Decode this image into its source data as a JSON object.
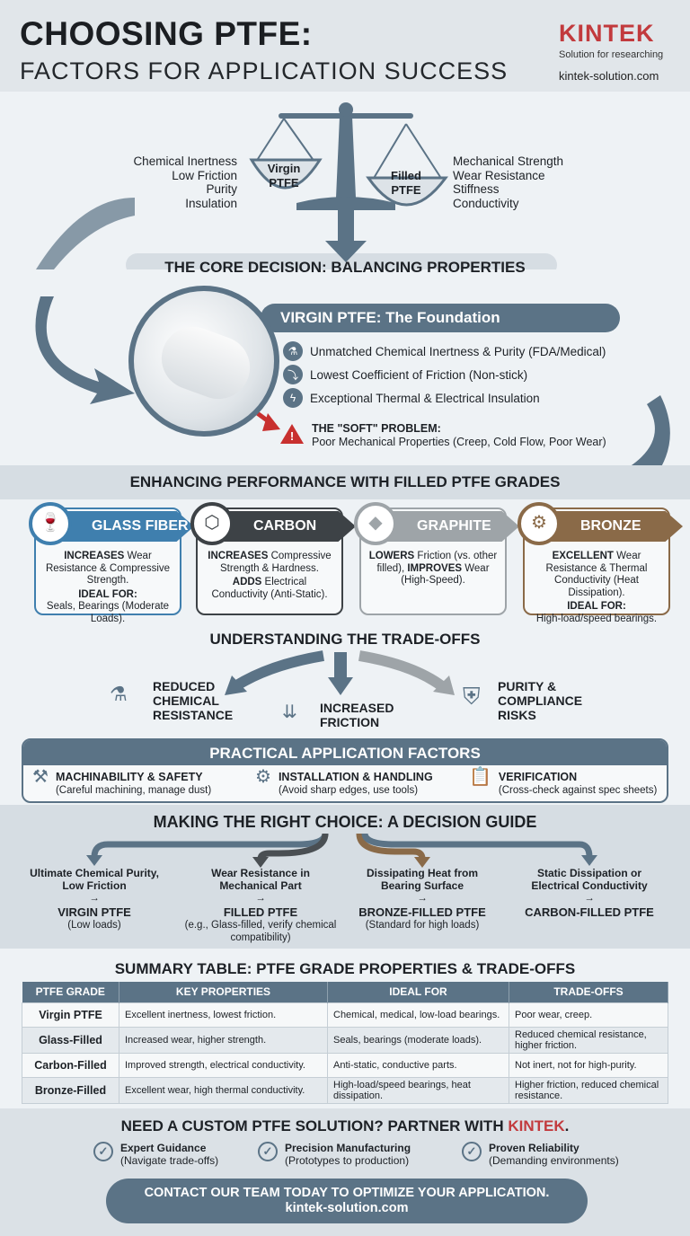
{
  "header": {
    "title": "CHOOSING PTFE:",
    "subtitle": "FACTORS FOR APPLICATION SUCCESS",
    "logo": "KINTEK",
    "logo_tagline": "Solution for researching",
    "website": "kintek-solution.com"
  },
  "scale": {
    "left_pan": "Virgin PTFE",
    "right_pan": "Filled PTFE",
    "left_props": [
      "Chemical Inertness",
      "Low Friction",
      "Purity",
      "Insulation"
    ],
    "right_props": [
      "Mechanical Strength",
      "Wear Resistance",
      "Stiffness",
      "Conductivity"
    ]
  },
  "core": {
    "title": "THE CORE DECISION: BALANCING PROPERTIES"
  },
  "virgin": {
    "title": "VIRGIN PTFE: The Foundation",
    "bullets": [
      {
        "icon": "flask-icon",
        "text": "Unmatched Chemical Inertness & Purity (FDA/Medical)"
      },
      {
        "icon": "slip-icon",
        "text": "Lowest Coefficient of Friction (Non-stick)"
      },
      {
        "icon": "lightning-icon",
        "text": "Exceptional Thermal & Electrical Insulation"
      }
    ],
    "warning_title": "THE \"SOFT\" PROBLEM:",
    "warning_text": "Poor Mechanical Properties (Creep, Cold Flow, Poor Wear)"
  },
  "filled": {
    "title": "ENHANCING PERFORMANCE WITH FILLED PTFE GRADES",
    "cards": [
      {
        "name": "GLASS FIBER",
        "color": "#3f7fae",
        "icon": "wine-glass-icon",
        "glyph": "🍷",
        "l1b": "INCREASES",
        "l1": " Wear Resistance & Compressive Strength.",
        "l2b": "IDEAL FOR:",
        "l2": "Seals, Bearings (Moderate Loads)."
      },
      {
        "name": "CARBON",
        "color": "#3d4246",
        "icon": "hexagon-lattice-icon",
        "glyph": "⬡",
        "l1b": "INCREASES",
        "l1": " Compressive Strength & Hardness.",
        "l2b": "ADDS",
        "l2": " Electrical Conductivity (Anti-Static)."
      },
      {
        "name": "GRAPHITE",
        "color": "#9ea4a8",
        "icon": "crystal-icon",
        "glyph": "◆",
        "l1b": "LOWERS",
        "l1": " Friction (vs. other filled), ",
        "l1c": "IMPROVES",
        "l1d": " Wear (High-Speed).",
        "l2b": "",
        "l2": ""
      },
      {
        "name": "BRONZE",
        "color": "#8a6a48",
        "icon": "gears-icon",
        "glyph": "⚙",
        "l1b": "EXCELLENT",
        "l1": " Wear Resistance & Thermal Conductivity (Heat Dissipation).",
        "l2b": "IDEAL FOR:",
        "l2": "High-load/speed bearings."
      }
    ]
  },
  "tradeoffs": {
    "title": "UNDERSTANDING THE TRADE-OFFS",
    "items": [
      {
        "icon": "chemical-pour-icon",
        "text": "REDUCED CHEMICAL RESISTANCE"
      },
      {
        "icon": "friction-icon",
        "text": "INCREASED FRICTION"
      },
      {
        "icon": "shield-icon",
        "text": "PURITY & COMPLIANCE RISKS"
      }
    ]
  },
  "practical": {
    "title": "PRACTICAL APPLICATION FACTORS",
    "items": [
      {
        "icon": "machining-icon",
        "title": "MACHINABILITY & SAFETY",
        "desc": "(Careful machining, manage dust)"
      },
      {
        "icon": "hand-gear-icon",
        "title": "INSTALLATION & HANDLING",
        "desc": "(Avoid sharp edges, use tools)"
      },
      {
        "icon": "clipboard-icon",
        "title": "VERIFICATION",
        "desc": "(Cross-check against spec sheets)"
      }
    ]
  },
  "guide": {
    "title": "MAKING THE RIGHT CHOICE: A DECISION GUIDE",
    "items": [
      {
        "need": "Ultimate Chemical Purity, Low Friction",
        "arrow": "→",
        "result": "VIRGIN PTFE",
        "note": "(Low loads)"
      },
      {
        "need": "Wear Resistance in Mechanical Part",
        "arrow": "→",
        "result": "FILLED PTFE",
        "note": "(e.g., Glass-filled, verify chemical compatibility)"
      },
      {
        "need": "Dissipating Heat from Bearing Surface",
        "arrow": "→",
        "result": "BRONZE-FILLED PTFE",
        "note": "(Standard for high loads)"
      },
      {
        "need": "Static Dissipation or Electrical Conductivity",
        "arrow": "→",
        "result": "CARBON-FILLED PTFE",
        "note": ""
      }
    ]
  },
  "table": {
    "title": "SUMMARY TABLE: PTFE GRADE PROPERTIES & TRADE-OFFS",
    "headers": [
      "PTFE GRADE",
      "KEY PROPERTIES",
      "IDEAL FOR",
      "TRADE-OFFS"
    ],
    "rows": [
      [
        "Virgin PTFE",
        "Excellent inertness, lowest friction.",
        "Chemical, medical, low-load bearings.",
        "Poor wear, creep."
      ],
      [
        "Glass-Filled",
        "Increased wear, higher strength.",
        "Seals, bearings (moderate loads).",
        "Reduced chemical resistance, higher friction."
      ],
      [
        "Carbon-Filled",
        "Improved strength, electrical conductivity.",
        "Anti-static, conductive parts.",
        "Not inert, not for high-purity."
      ],
      [
        "Bronze-Filled",
        "Excellent wear, high thermal conductivity.",
        "High-load/speed bearings, heat dissipation.",
        "Higher friction, reduced chemical resistance."
      ]
    ]
  },
  "cta": {
    "title": "NEED A CUSTOM PTFE SOLUTION? PARTNER WITH ",
    "brand": "KINTEK",
    "period": ".",
    "checks": [
      {
        "title": "Expert Guidance",
        "desc": "(Navigate trade-offs)"
      },
      {
        "title": "Precision Manufacturing",
        "desc": "(Prototypes to production)"
      },
      {
        "title": "Proven Reliability",
        "desc": "(Demanding environments)"
      }
    ],
    "button": "CONTACT OUR TEAM TODAY TO OPTIMIZE YOUR APPLICATION.",
    "url": "kintek-solution.com"
  },
  "colors": {
    "accent": "#5b7386",
    "brand": "#c23a3d",
    "glass": "#3f7fae",
    "carbon": "#3d4246",
    "graphite": "#9ea4a8",
    "bronze": "#8a6a48",
    "warning": "#c8302f"
  }
}
